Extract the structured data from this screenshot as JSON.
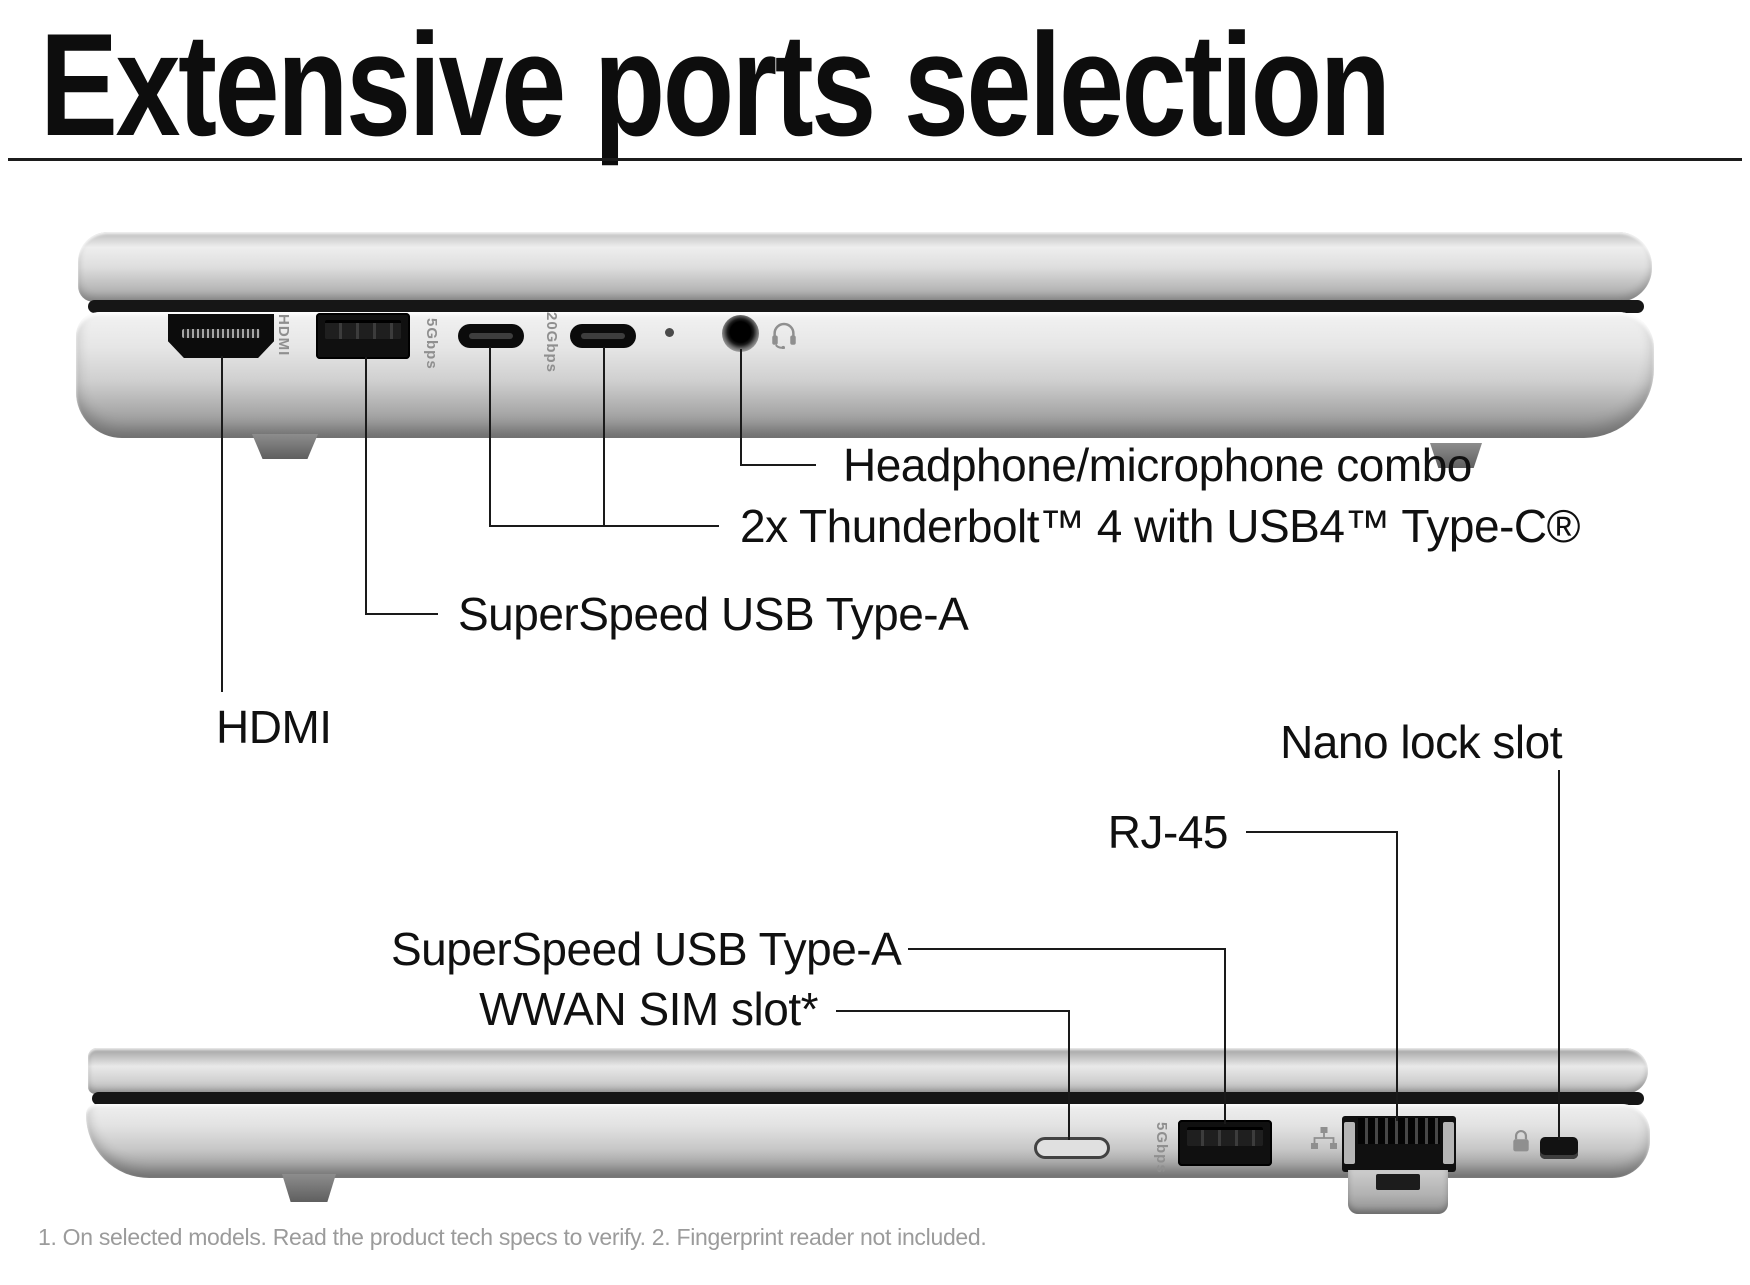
{
  "title": "Extensive ports selection",
  "top_view": {
    "labels": {
      "headphone": "Headphone/microphone combo",
      "thunderbolt": "2x Thunderbolt™ 4 with USB4™ Type-C®",
      "usb_a": "SuperSpeed USB Type-A",
      "hdmi": "HDMI"
    },
    "markings": {
      "hdmi": "HDMI",
      "usb_a_speed": "5Gbps",
      "usb_c_speed": "20Gbps"
    }
  },
  "bottom_view": {
    "labels": {
      "nano_lock": "Nano lock slot",
      "rj45": "RJ-45",
      "usb_a": "SuperSpeed USB Type-A",
      "wwan_sim": "WWAN SIM slot*"
    },
    "markings": {
      "usb_a_speed": "5Gbps"
    }
  },
  "footnote": "1. On selected models. Read the product tech specs to verify. 2. Fingerprint reader not included.",
  "colors": {
    "text": "#101010",
    "leader_line": "#1a1a1a",
    "muted_text": "#9b9b9b",
    "port_marking": "#8f8f8f",
    "body_silver": "#d6d6d6",
    "seam_black": "#161616"
  }
}
